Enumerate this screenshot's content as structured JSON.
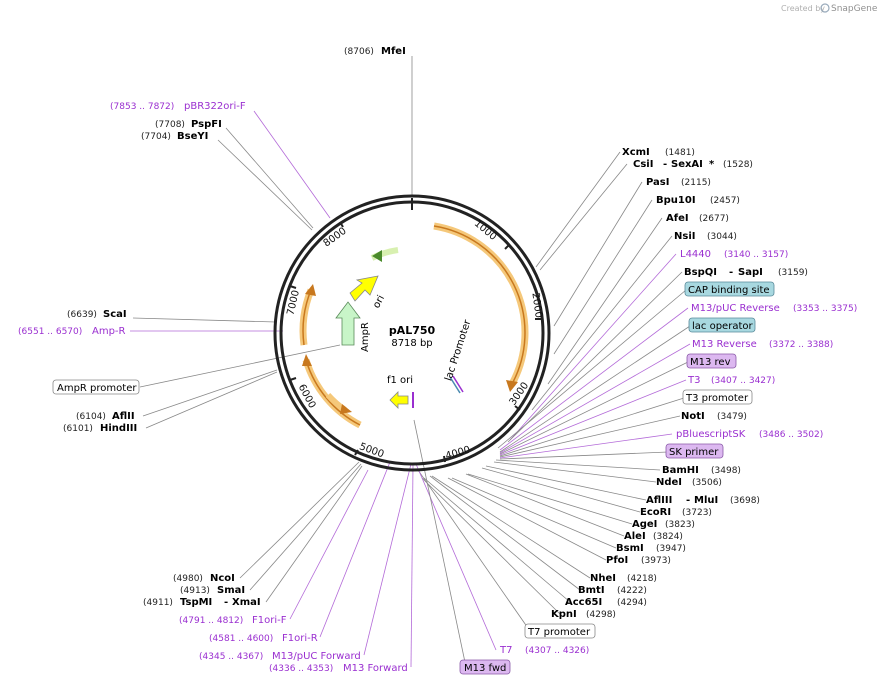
{
  "watermark": {
    "created_by": "Created by",
    "brand": "SnapGene"
  },
  "plasmid": {
    "name": "pAL750",
    "size": "8718 bp"
  },
  "ticks": [
    "1000",
    "2000",
    "3000",
    "4000",
    "5000",
    "6000",
    "7000",
    "8000"
  ],
  "internal_labels": {
    "ori_top": "ori",
    "ampr": "AmpR",
    "f1ori": "f1 ori",
    "lac": "lac Promoter"
  },
  "colors": {
    "feature_orange": "#f5b45a",
    "feature_stroke": "#c8781e",
    "ori_yellow": "#ffff00",
    "ampr_green": "#c8f5c8",
    "primer_purple": "#9a2fd0",
    "box_teal": "#a8d8e0",
    "box_lilac": "#dcb8f0"
  },
  "labels": [
    {
      "coord": "(8706)",
      "name": "MfeI",
      "kind": "enzyme"
    },
    {
      "coord": "(7853 .. 7872)",
      "name": "pBR322ori-F",
      "kind": "primer"
    },
    {
      "coord": "(7708)",
      "name": "PspFI",
      "kind": "enzyme"
    },
    {
      "coord": "(7704)",
      "name": "BseYI",
      "kind": "enzyme"
    },
    {
      "coord": "(6639)",
      "name": "ScaI",
      "kind": "enzyme"
    },
    {
      "coord": "(6551 .. 6570)",
      "name": "Amp-R",
      "kind": "primer"
    },
    {
      "name": "AmpR promoter",
      "kind": "box"
    },
    {
      "coord": "(6104)",
      "name": "AflII",
      "kind": "enzyme"
    },
    {
      "coord": "(6101)",
      "name": "HindIII",
      "kind": "enzyme"
    },
    {
      "coord": "(4980)",
      "name": "NcoI",
      "kind": "enzyme"
    },
    {
      "coord": "(4913)",
      "name": "SmaI",
      "kind": "enzyme"
    },
    {
      "coord": "(4911)",
      "name": "TspMI",
      "name2": "XmaI",
      "kind": "enzyme2"
    },
    {
      "coord": "(4791 .. 4812)",
      "name": "F1ori-F",
      "kind": "primer"
    },
    {
      "coord": "(4581 .. 4600)",
      "name": "F1ori-R",
      "kind": "primer"
    },
    {
      "coord": "(4345 .. 4367)",
      "name": "M13/pUC Forward",
      "kind": "primer"
    },
    {
      "coord": "(4336 .. 4353)",
      "name": "M13 Forward",
      "kind": "primer"
    },
    {
      "name": "XcmI",
      "coord": "(1481)",
      "kind": "renzyme"
    },
    {
      "name": "CsiI",
      "name2": "SexAI",
      "star": "*",
      "coord": "(1528)",
      "kind": "renzyme2"
    },
    {
      "name": "PasI",
      "coord": "(2115)",
      "kind": "renzyme"
    },
    {
      "name": "Bpu10I",
      "coord": "(2457)",
      "kind": "renzyme"
    },
    {
      "name": "AfeI",
      "coord": "(2677)",
      "kind": "renzyme"
    },
    {
      "name": "NsiI",
      "coord": "(3044)",
      "kind": "renzyme"
    },
    {
      "name": "L4440",
      "coord": "(3140 .. 3157)",
      "kind": "rprimer"
    },
    {
      "name": "BspQI",
      "name2": "SapI",
      "coord": "(3159)",
      "kind": "renzyme2"
    },
    {
      "name": "CAP binding site",
      "kind": "tealbox"
    },
    {
      "name": "M13/pUC Reverse",
      "coord": "(3353 .. 3375)",
      "kind": "rprimer"
    },
    {
      "name": "lac operator",
      "kind": "tealbox"
    },
    {
      "name": "M13 Reverse",
      "coord": "(3372 .. 3388)",
      "kind": "rprimer"
    },
    {
      "name": "M13 rev",
      "kind": "lilacbox"
    },
    {
      "name": "T3",
      "coord": "(3407 .. 3427)",
      "kind": "rprimer"
    },
    {
      "name": "T3 promoter",
      "kind": "box"
    },
    {
      "name": "NotI",
      "coord": "(3479)",
      "kind": "renzyme"
    },
    {
      "name": "pBluescriptSK",
      "coord": "(3486 .. 3502)",
      "kind": "rprimer"
    },
    {
      "name": "SK primer",
      "kind": "lilacbox"
    },
    {
      "name": "BamHI",
      "coord": "(3498)",
      "kind": "renzyme"
    },
    {
      "name": "NdeI",
      "coord": "(3506)",
      "kind": "renzyme"
    },
    {
      "name": "AflIII",
      "name2": "MluI",
      "coord": "(3698)",
      "kind": "renzyme2"
    },
    {
      "name": "EcoRI",
      "coord": "(3723)",
      "kind": "renzyme"
    },
    {
      "name": "AgeI",
      "coord": "(3823)",
      "kind": "renzyme"
    },
    {
      "name": "AleI",
      "coord": "(3824)",
      "kind": "renzyme"
    },
    {
      "name": "BsmI",
      "coord": "(3947)",
      "kind": "renzyme"
    },
    {
      "name": "PfoI",
      "coord": "(3973)",
      "kind": "renzyme"
    },
    {
      "name": "NheI",
      "coord": "(4218)",
      "kind": "renzyme"
    },
    {
      "name": "BmtI",
      "coord": "(4222)",
      "kind": "renzyme"
    },
    {
      "name": "Acc65I",
      "coord": "(4294)",
      "kind": "renzyme"
    },
    {
      "name": "KpnI",
      "coord": "(4298)",
      "kind": "renzyme"
    },
    {
      "name": "T7 promoter",
      "kind": "box"
    },
    {
      "name": "T7",
      "coord": "(4307 .. 4326)",
      "kind": "rprimer"
    },
    {
      "name": "M13 fwd",
      "kind": "lilacbox"
    }
  ]
}
